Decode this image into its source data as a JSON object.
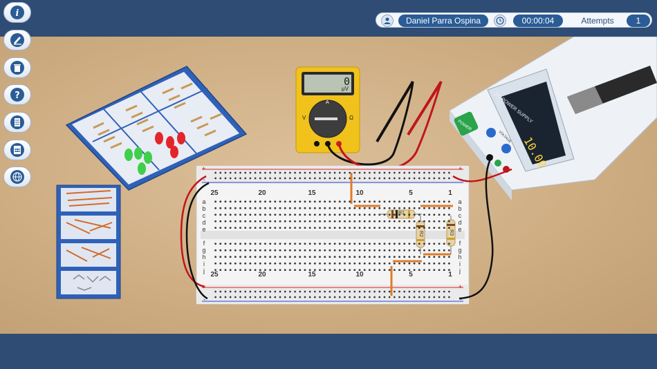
{
  "sidebar": {
    "buttons": [
      {
        "name": "info",
        "icon": "info-icon"
      },
      {
        "name": "edit",
        "icon": "pencil-icon"
      },
      {
        "name": "delete",
        "icon": "trash-icon"
      },
      {
        "name": "help",
        "icon": "question-icon"
      },
      {
        "name": "notes",
        "icon": "list-icon"
      },
      {
        "name": "calculator",
        "icon": "calculator-icon"
      },
      {
        "name": "web",
        "icon": "globe-icon"
      }
    ]
  },
  "status": {
    "user_icon": "user-icon",
    "user_name": "Daniel Parra Ospina",
    "clock_icon": "clock-icon",
    "timer": "00:00:04",
    "attempts_label": "Attempts",
    "attempts_value": "1"
  },
  "multimeter": {
    "display": "0",
    "unit": "μV",
    "dial_left": "V",
    "dial_right": "Ω",
    "dial_top": "A"
  },
  "power_supply": {
    "label": "DC POWER SUPPLY",
    "power_button": "POWER",
    "voltage_label": "VOLTAGE",
    "display": "10.00"
  },
  "breadboard": {
    "column_numbers_top": [
      "25",
      "20",
      "15",
      "10",
      "5",
      "1"
    ],
    "column_numbers_bottom": [
      "25",
      "20",
      "15",
      "10",
      "5",
      "1"
    ],
    "row_letters_top": [
      "a",
      "b",
      "c",
      "d",
      "e"
    ],
    "row_letters_bottom": [
      "f",
      "g",
      "h",
      "i",
      "j"
    ],
    "rail_plus": "+",
    "rail_minus": "-",
    "resistors": [
      "R1",
      "R2",
      "R3"
    ]
  },
  "colors": {
    "accent": "#2a5c96",
    "bar": "#2e4c74",
    "table": "#d2b287"
  }
}
